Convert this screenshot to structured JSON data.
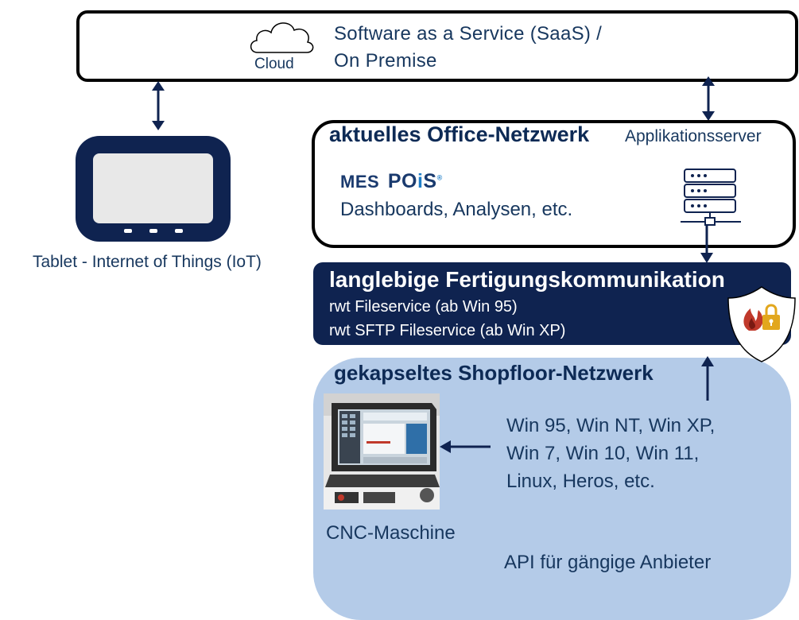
{
  "saas": {
    "line1": "Software as a Service (SaaS) /",
    "line2": "On Premise",
    "cloud_label": "Cloud"
  },
  "tablet": {
    "label": "Tablet - Internet of Things (IoT)"
  },
  "office": {
    "title": "aktuelles Office-Netzwerk",
    "server_label": "Applikationsserver",
    "logo_mes": "MES",
    "logo_po": "PO",
    "logo_i": "i",
    "logo_s": "S",
    "logo_reg": "®",
    "subtitle": "Dashboards, Analysen, etc."
  },
  "communication": {
    "title": "langlebige Fertigungskommunikation",
    "line1": "rwt Fileservice (ab Win  95)",
    "line2": "rwt SFTP Fileservice (ab Win XP)"
  },
  "shopfloor": {
    "title": "gekapseltes Shopfloor-Netzwerk",
    "os_line1": "Win 95, Win NT, Win XP,",
    "os_line2": "Win 7, Win 10, Win 11,",
    "os_line3": "Linux, Heros, etc.",
    "cnc_label": "CNC-Maschine",
    "api_label": "API für gängige Anbieter"
  },
  "colors": {
    "navy": "#0f2350",
    "text_blue": "#17375e",
    "shopfloor_bg": "#b4cbe8",
    "firewall_red": "#c0392b",
    "lock_gold": "#e2a71e"
  }
}
